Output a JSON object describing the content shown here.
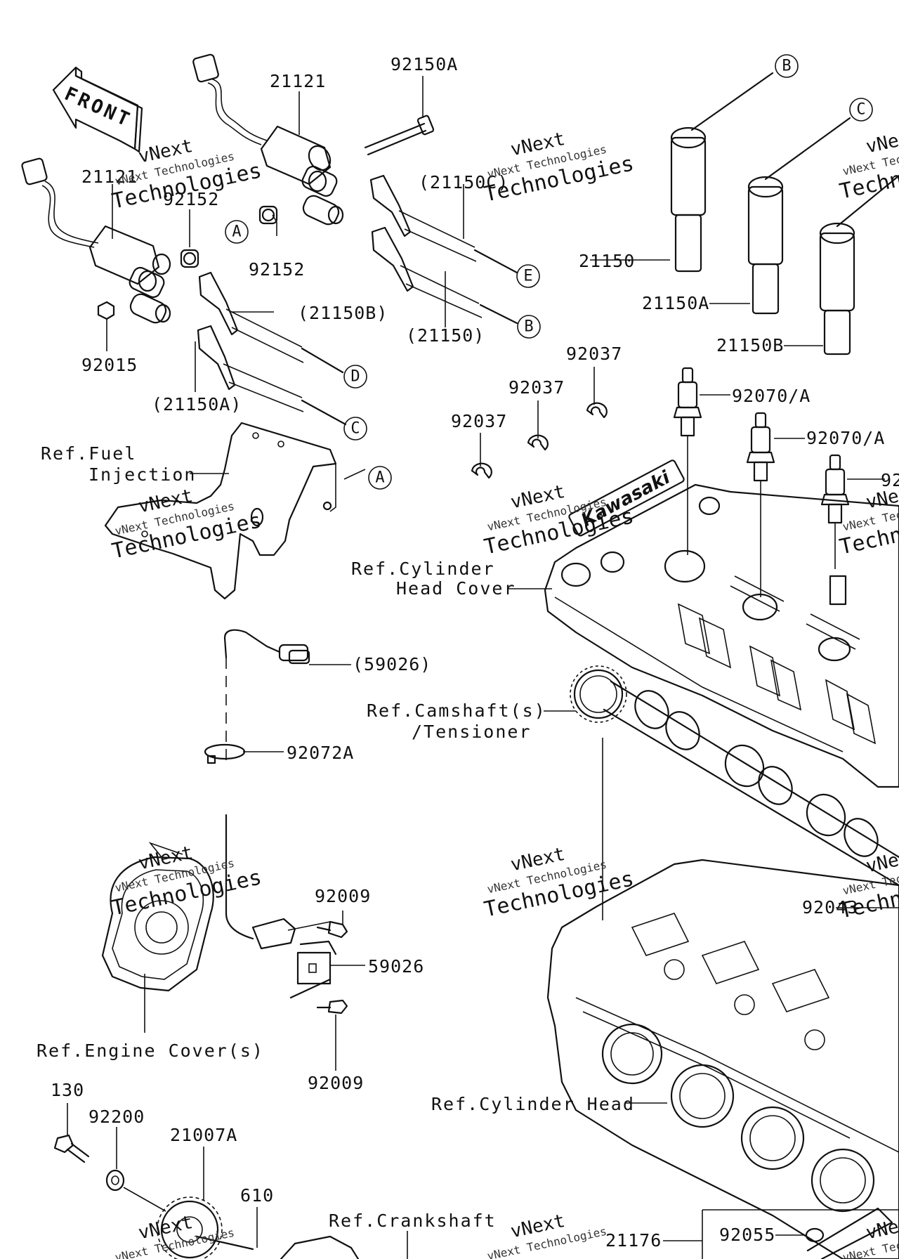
{
  "diagram": {
    "front_arrow_label": "FRONT",
    "part_labels": [
      {
        "id": "p-21121-a",
        "text": "21121"
      },
      {
        "id": "p-92150a",
        "text": "92150A"
      },
      {
        "id": "p-21121-b",
        "text": "21121"
      },
      {
        "id": "p-92152-a",
        "text": "92152"
      },
      {
        "id": "p-92152-b",
        "text": "92152"
      },
      {
        "id": "p-21150c-paren",
        "text": "(21150C)"
      },
      {
        "id": "p-21150b-paren",
        "text": "(21150B)"
      },
      {
        "id": "p-21150-paren",
        "text": "(21150)"
      },
      {
        "id": "p-92015",
        "text": "92015"
      },
      {
        "id": "p-21150a-paren",
        "text": "(21150A)"
      },
      {
        "id": "p-21150",
        "text": "21150"
      },
      {
        "id": "p-21150a",
        "text": "21150A"
      },
      {
        "id": "p-21150b",
        "text": "21150B"
      },
      {
        "id": "p-92037-a",
        "text": "92037"
      },
      {
        "id": "p-92037-b",
        "text": "92037"
      },
      {
        "id": "p-92037-c",
        "text": "92037"
      },
      {
        "id": "p-92070a-a",
        "text": "92070/A"
      },
      {
        "id": "p-92070a-b",
        "text": "92070/A"
      },
      {
        "id": "p-92-cut",
        "text": "92"
      },
      {
        "id": "p-59026-paren",
        "text": "(59026)"
      },
      {
        "id": "p-92072a",
        "text": "92072A"
      },
      {
        "id": "p-92009-a",
        "text": "92009"
      },
      {
        "id": "p-59026",
        "text": "59026"
      },
      {
        "id": "p-92009-b",
        "text": "92009"
      },
      {
        "id": "p-92043",
        "text": "92043"
      },
      {
        "id": "p-130",
        "text": "130"
      },
      {
        "id": "p-92200",
        "text": "92200"
      },
      {
        "id": "p-21007a",
        "text": "21007A"
      },
      {
        "id": "p-610",
        "text": "610"
      },
      {
        "id": "p-21176",
        "text": "21176"
      },
      {
        "id": "p-92055",
        "text": "92055"
      }
    ],
    "reference_labels": {
      "fuel_injection_1": "Ref.Fuel",
      "fuel_injection_2": "Injection",
      "head_cover_1": "Ref.Cylinder",
      "head_cover_2": "Head Cover",
      "camshaft_1": "Ref.Camshaft(s)",
      "camshaft_2": "/Tensioner",
      "engine_cover": "Ref.Engine Cover(s)",
      "cylinder_head": "Ref.Cylinder Head",
      "crankshaft": "Ref.Crankshaft"
    },
    "callout_letters": [
      "A",
      "B",
      "C",
      "D",
      "E"
    ],
    "callouts": {
      "a1": "A",
      "a2": "A",
      "b1": "B",
      "b2": "B",
      "c1": "C",
      "c2": "C",
      "d1": "D",
      "e1": "E"
    },
    "cover_brand": "Kawasaki",
    "watermark_line1": "vNext",
    "watermark_line2": "vNext Technologies",
    "watermark_line3": "Technologies"
  }
}
